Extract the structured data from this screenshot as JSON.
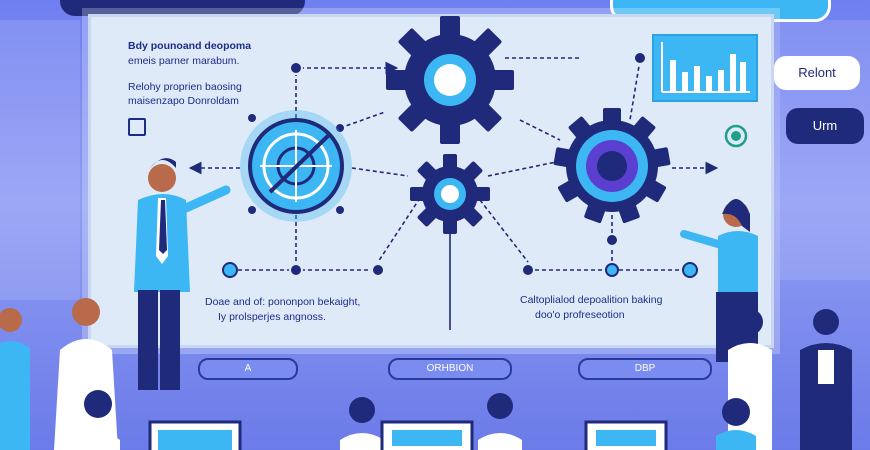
{
  "colors": {
    "board": "#dfeaf8",
    "navy": "#1f2a7a",
    "accent": "#3cb7f3",
    "button": "#7b8cf0"
  },
  "board": {
    "top_left_heading": [
      "Bdy pounoand deopoma",
      "emeis parner marabum."
    ],
    "left_note": [
      "Relohy proprien baosing",
      "maisenzapo Donroldam"
    ],
    "bottom_left_caption": [
      "Doae and of: pononpon bekaight,",
      "Iy prolsperjes angnoss."
    ],
    "bottom_right_caption": [
      "Caltoplialod depoalition baking",
      "doo'o profreseotion"
    ],
    "buttons": [
      "A",
      "ORHBION",
      "DBP"
    ]
  },
  "side_buttons": {
    "top": "Relont",
    "bottom": "Urm"
  },
  "icons": [
    "gear-icon",
    "target-icon",
    "bar-chart-icon",
    "check-icon",
    "refresh-icon"
  ]
}
